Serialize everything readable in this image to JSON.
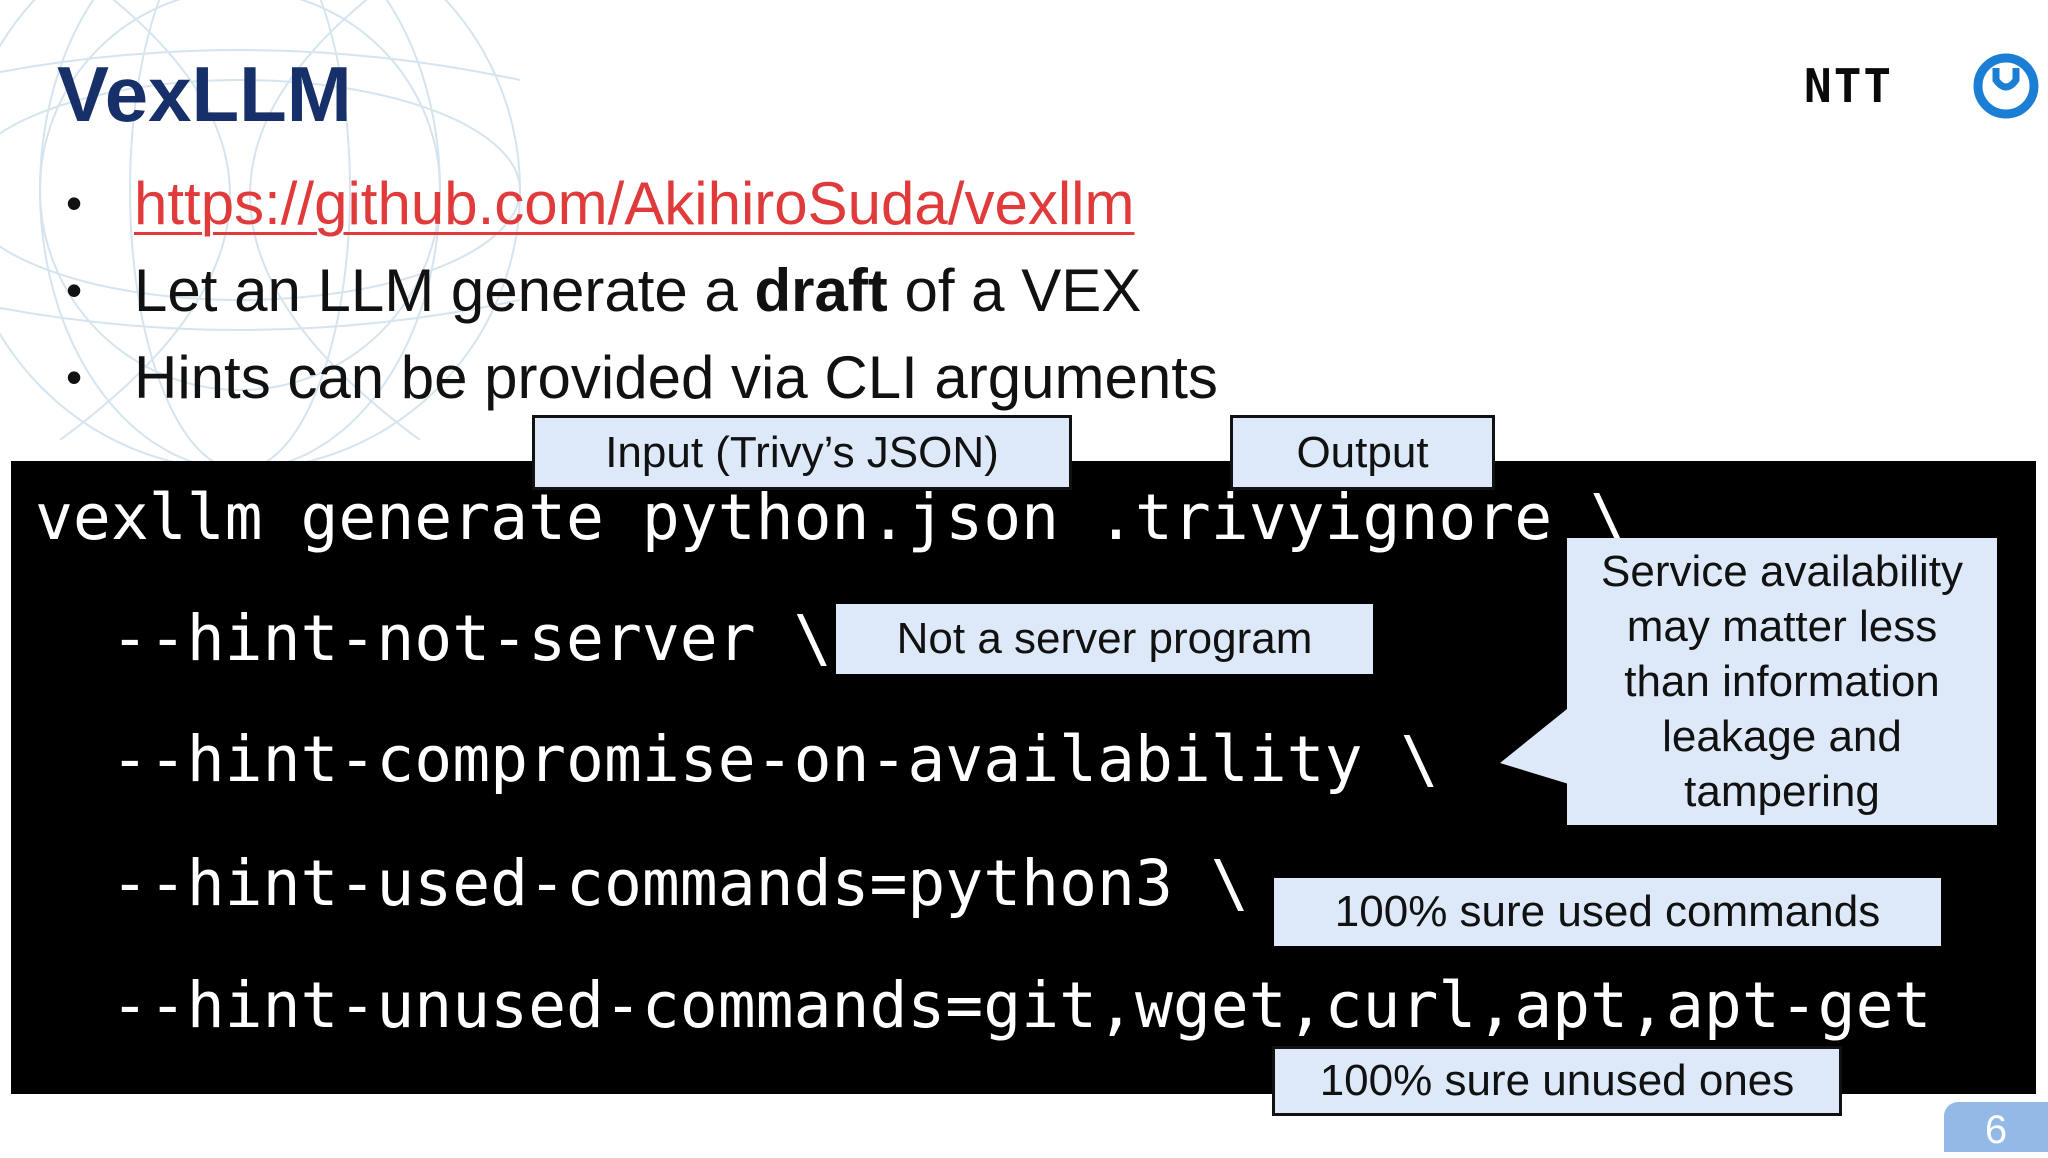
{
  "slide": {
    "title": "VexLLM",
    "bullets": {
      "link": "https://github.com/AkihiroSuda/vexllm",
      "line2_before": "Let an LLM generate a ",
      "line2_bold": "draft",
      "line2_after": " of a VEX",
      "line3": "Hints can be provided via CLI arguments"
    },
    "logo": {
      "text": "NTT",
      "icon": "ntt-ring-logo-icon"
    },
    "page_number": "6"
  },
  "terminal": {
    "lines": [
      "vexllm generate python.json .trivyignore \\",
      "  --hint-not-server \\",
      "  --hint-compromise-on-availability \\",
      "  --hint-used-commands=python3 \\",
      "  --hint-unused-commands=git,wget,curl,apt,apt-get"
    ]
  },
  "callouts": {
    "input": "Input (Trivy’s JSON)",
    "output": "Output",
    "not_server": "Not a server program",
    "availability": [
      "Service availability",
      "may matter less",
      "than information",
      "leakage and",
      "tampering"
    ],
    "used": "100% sure used commands",
    "unused": "100% sure unused ones"
  },
  "colors": {
    "title": "#17306a",
    "link": "#e03a3a",
    "callout_fill": "#dde9f8",
    "page_badge": "#93b9e6",
    "logo_ring": "#1a7fd4"
  }
}
